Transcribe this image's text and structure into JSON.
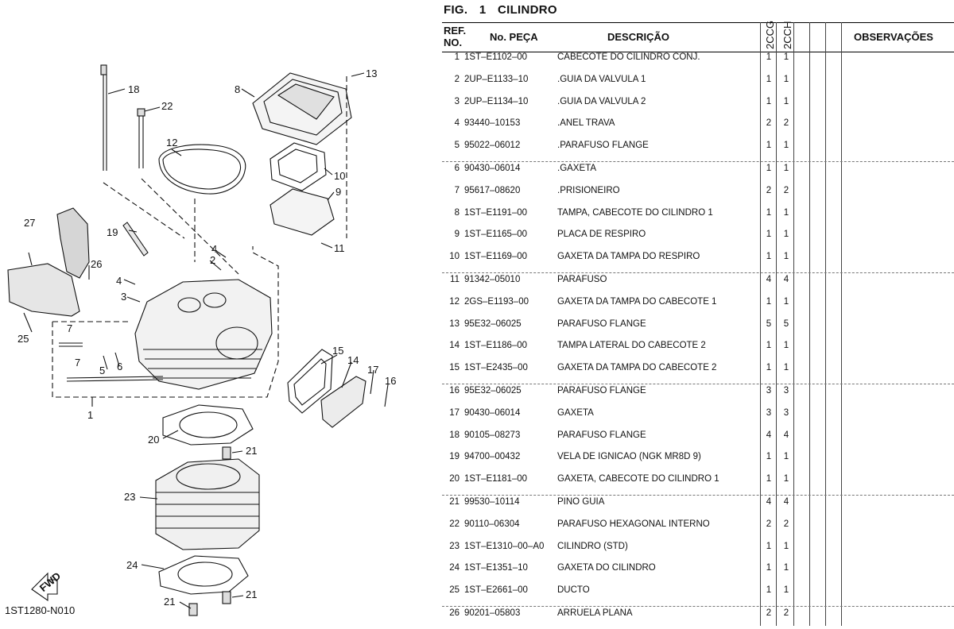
{
  "diagram": {
    "code": "1ST1280-N010",
    "fwd": "FWD",
    "callouts": [
      "1",
      "2",
      "3",
      "4",
      "4",
      "5",
      "6",
      "7",
      "7",
      "8",
      "9",
      "10",
      "11",
      "12",
      "13",
      "14",
      "15",
      "16",
      "17",
      "18",
      "19",
      "20",
      "21",
      "21",
      "21",
      "22",
      "23",
      "24",
      "25",
      "26",
      "27"
    ]
  },
  "header": {
    "fig_label": "FIG.",
    "fig_num": "1",
    "fig_name": "CILINDRO",
    "ref_no_line1": "REF.",
    "ref_no_line2": "NO.",
    "part_no": "No. PEÇA",
    "description": "DESCRIÇÃO",
    "model1": "2CCG",
    "model2": "2CCH",
    "observations": "OBSERVAÇÕES"
  },
  "parts": [
    {
      "ref": "1",
      "pn": "1ST–E1102–00",
      "desc": "CABECOTE DO CILINDRO CONJ.",
      "q1": "1",
      "q2": "1"
    },
    {
      "ref": "2",
      "pn": "2UP–E1133–10",
      "desc": ".GUIA DA VALVULA 1",
      "q1": "1",
      "q2": "1"
    },
    {
      "ref": "3",
      "pn": "2UP–E1134–10",
      "desc": ".GUIA DA VALVULA 2",
      "q1": "1",
      "q2": "1"
    },
    {
      "ref": "4",
      "pn": "93440–10153",
      "desc": ".ANEL TRAVA",
      "q1": "2",
      "q2": "2"
    },
    {
      "ref": "5",
      "pn": "95022–06012",
      "desc": ".PARAFUSO FLANGE",
      "q1": "1",
      "q2": "1"
    },
    {
      "ref": "6",
      "pn": "90430–06014",
      "desc": ".GAXETA",
      "q1": "1",
      "q2": "1"
    },
    {
      "ref": "7",
      "pn": "95617–08620",
      "desc": ".PRISIONEIRO",
      "q1": "2",
      "q2": "2"
    },
    {
      "ref": "8",
      "pn": "1ST–E1191–00",
      "desc": "TAMPA, CABECOTE DO CILINDRO 1",
      "q1": "1",
      "q2": "1"
    },
    {
      "ref": "9",
      "pn": "1ST–E1165–00",
      "desc": "PLACA DE RESPIRO",
      "q1": "1",
      "q2": "1"
    },
    {
      "ref": "10",
      "pn": "1ST–E1169–00",
      "desc": "GAXETA DA TAMPA DO RESPIRO",
      "q1": "1",
      "q2": "1"
    },
    {
      "ref": "11",
      "pn": "91342–05010",
      "desc": "PARAFUSO",
      "q1": "4",
      "q2": "4"
    },
    {
      "ref": "12",
      "pn": "2GS–E1193–00",
      "desc": "GAXETA DA TAMPA DO CABECOTE 1",
      "q1": "1",
      "q2": "1"
    },
    {
      "ref": "13",
      "pn": "95E32–06025",
      "desc": "PARAFUSO FLANGE",
      "q1": "5",
      "q2": "5"
    },
    {
      "ref": "14",
      "pn": "1ST–E1186–00",
      "desc": "TAMPA LATERAL DO CABECOTE 2",
      "q1": "1",
      "q2": "1"
    },
    {
      "ref": "15",
      "pn": "1ST–E2435–00",
      "desc": "GAXETA DA TAMPA DO CABECOTE 2",
      "q1": "1",
      "q2": "1"
    },
    {
      "ref": "16",
      "pn": "95E32–06025",
      "desc": "PARAFUSO FLANGE",
      "q1": "3",
      "q2": "3"
    },
    {
      "ref": "17",
      "pn": "90430–06014",
      "desc": "GAXETA",
      "q1": "3",
      "q2": "3"
    },
    {
      "ref": "18",
      "pn": "90105–08273",
      "desc": "PARAFUSO FLANGE",
      "q1": "4",
      "q2": "4"
    },
    {
      "ref": "19",
      "pn": "94700–00432",
      "desc": "VELA DE IGNICAO (NGK MR8D 9)",
      "q1": "1",
      "q2": "1"
    },
    {
      "ref": "20",
      "pn": "1ST–E1181–00",
      "desc": "GAXETA, CABECOTE DO CILINDRO 1",
      "q1": "1",
      "q2": "1"
    },
    {
      "ref": "21",
      "pn": "99530–10114",
      "desc": "PINO GUIA",
      "q1": "4",
      "q2": "4"
    },
    {
      "ref": "22",
      "pn": "90110–06304",
      "desc": "PARAFUSO HEXAGONAL INTERNO",
      "q1": "2",
      "q2": "2"
    },
    {
      "ref": "23",
      "pn": "1ST–E1310–00–A0",
      "desc": "CILINDRO (STD)",
      "q1": "1",
      "q2": "1"
    },
    {
      "ref": "24",
      "pn": "1ST–E1351–10",
      "desc": "GAXETA DO CILINDRO",
      "q1": "1",
      "q2": "1"
    },
    {
      "ref": "25",
      "pn": "1ST–E2661–00",
      "desc": "DUCTO",
      "q1": "1",
      "q2": "1"
    },
    {
      "ref": "26",
      "pn": "90201–05803",
      "desc": "ARRUELA PLANA",
      "q1": "2",
      "q2": "2"
    }
  ]
}
